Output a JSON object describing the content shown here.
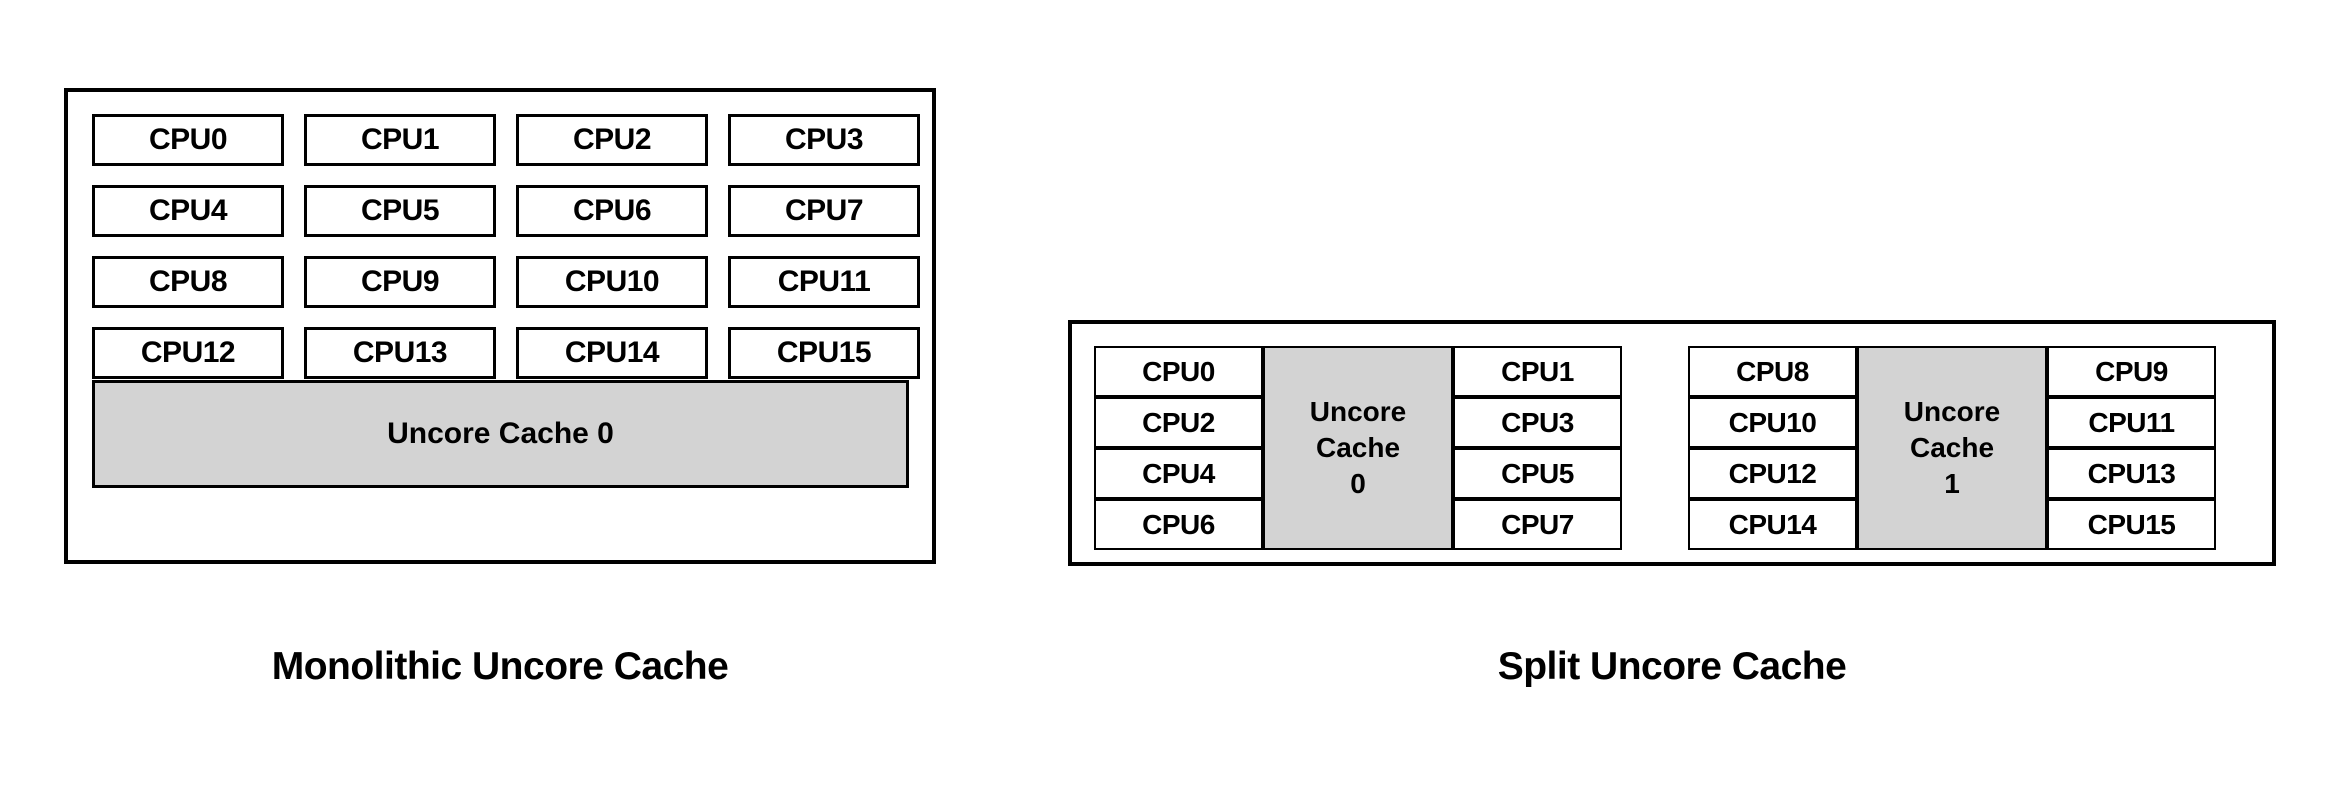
{
  "figure": {
    "background_color": "#FFFFFF",
    "line_color": "#000000",
    "cache_fill_color": "#D3D3D3"
  },
  "panels": [
    {
      "id": "monolithic",
      "caption": "Monolithic Uncore Cache",
      "layout": "grid-4x4-with-single-cache",
      "cpu_rows": [
        [
          "CPU0",
          "CPU1",
          "CPU2",
          "CPU3"
        ],
        [
          "CPU4",
          "CPU5",
          "CPU6",
          "CPU7"
        ],
        [
          "CPU8",
          "CPU9",
          "CPU10",
          "CPU11"
        ],
        [
          "CPU12",
          "CPU13",
          "CPU14",
          "CPU15"
        ]
      ],
      "caches": [
        {
          "label": "Uncore Cache 0",
          "lines": [
            "Uncore Cache 0"
          ]
        }
      ]
    },
    {
      "id": "split",
      "caption": "Split Uncore Cache",
      "layout": "two-clusters-each-cpus-cache-cpus",
      "clusters": [
        {
          "left_cpus": [
            "CPU0",
            "CPU2",
            "CPU4",
            "CPU6"
          ],
          "cache": {
            "label": "Uncore Cache 0",
            "lines": [
              "Uncore",
              "Cache",
              "0"
            ]
          },
          "right_cpus": [
            "CPU1",
            "CPU3",
            "CPU5",
            "CPU7"
          ]
        },
        {
          "left_cpus": [
            "CPU8",
            "CPU10",
            "CPU12",
            "CPU14"
          ],
          "cache": {
            "label": "Uncore Cache 1",
            "lines": [
              "Uncore",
              "Cache",
              "1"
            ]
          },
          "right_cpus": [
            "CPU9",
            "CPU11",
            "CPU13",
            "CPU15"
          ]
        }
      ]
    }
  ]
}
